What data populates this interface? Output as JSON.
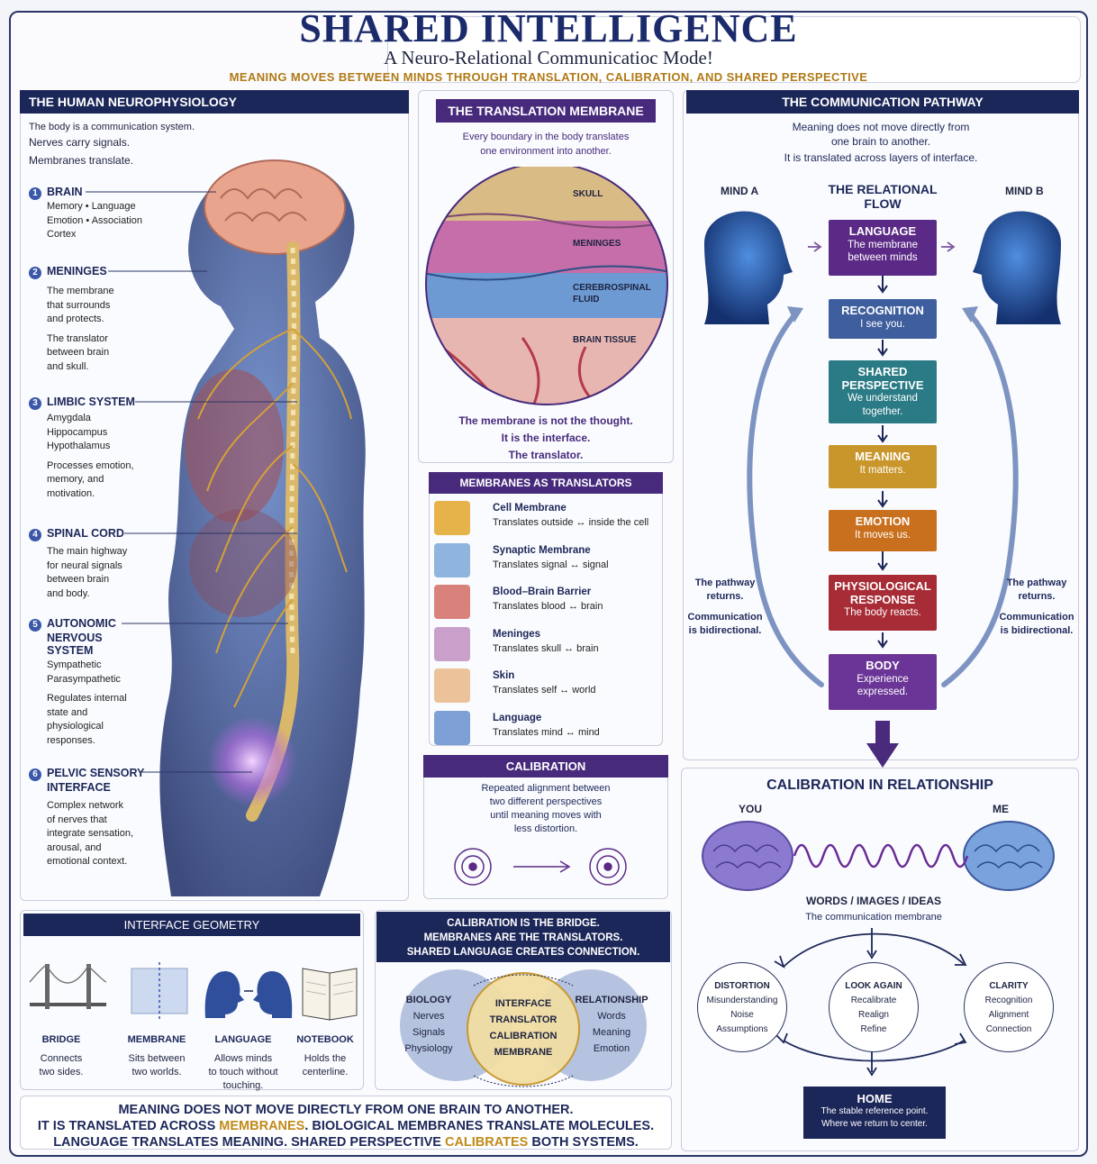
{
  "header": {
    "title": "SHARED INTELLIGENCE",
    "subtitle": "A Neuro-Relational Communicatioc Mode!",
    "tagline": "MEANING MOVES BETWEEN MINDS THROUGH TRANSLATION, CALIBRATION, AND SHARED PERSPECTIVE"
  },
  "neuro": {
    "heading": "THE HUMAN NEUROPHYSIOLOGY",
    "intro1": "The body is a communication system.",
    "intro2": "Nerves carry signals.",
    "intro3": "Membranes translate.",
    "items": [
      {
        "n": "1",
        "title": "BRAIN",
        "body": [
          "Memory • Language",
          "Emotion • Association",
          "Cortex"
        ]
      },
      {
        "n": "2",
        "title": "MENINGES",
        "body": [
          "The membrane",
          "that surrounds",
          "and protects.",
          "",
          "The translator",
          "between brain",
          "and skull."
        ]
      },
      {
        "n": "3",
        "title": "LIMBIC SYSTEM",
        "body": [
          "Amygdala",
          "Hippocampus",
          "Hypothalamus",
          "",
          "Processes emotion,",
          "memory, and",
          "motivation."
        ]
      },
      {
        "n": "4",
        "title": "SPINAL CORD",
        "body": [
          "The main highway",
          "for neural signals",
          "between brain",
          "and body."
        ]
      },
      {
        "n": "5",
        "title": "AUTONOMIC",
        "title2": "NERVOUS",
        "title3": "SYSTEM",
        "body": [
          "Sympathetic",
          "Parasympathetic",
          "",
          "Regulates internal",
          "state and",
          "physiological",
          "responses."
        ]
      },
      {
        "n": "6",
        "title": "PELVIC SENSORY",
        "title2": "INTERFACE",
        "body": [
          "Complex network",
          "of nerves that",
          "integrate sensation,",
          "arousal, and",
          "emotional context."
        ]
      }
    ]
  },
  "membrane": {
    "heading": "THE TRANSLATION MEMBRANE",
    "intro1": "Every boundary in the body translates",
    "intro2": "one environment into another.",
    "layers": [
      "SKULL",
      "MENINGES",
      "CEREBROSPINAL",
      "FLUID",
      "BRAIN TISSUE"
    ],
    "note1": "The membrane is not the thought.",
    "note2": "It is the interface.",
    "note3": "The translator."
  },
  "translators": {
    "heading": "MEMBRANES AS TRANSLATORS",
    "rows": [
      {
        "name": "Cell Membrane",
        "desc": "Translates outside ↔ inside the cell",
        "color": "#e6b34a"
      },
      {
        "name": "Synaptic Membrane",
        "desc": "Translates signal ↔ signal",
        "color": "#8fb4de"
      },
      {
        "name": "Blood–Brain Barrier",
        "desc": "Translates blood ↔ brain",
        "color": "#d9827c"
      },
      {
        "name": "Meninges",
        "desc": "Translates skull ↔ brain",
        "color": "#c9a0c9"
      },
      {
        "name": "Skin",
        "desc": "Translates self ↔ world",
        "color": "#ecc29a"
      },
      {
        "name": "Language",
        "desc": "Translates mind ↔ mind",
        "color": "#7fa0d6"
      }
    ]
  },
  "calibration": {
    "heading": "CALIBRATION",
    "text": [
      "Repeated alignment between",
      "two different perspectives",
      "until meaning moves with",
      "less distortion."
    ]
  },
  "pathway": {
    "heading": "THE COMMUNICATION PATHWAY",
    "intro1": "Meaning does not move directly from",
    "intro2": "one brain to another.",
    "intro3": "It is translated across layers of interface.",
    "flow_title": "THE RELATIONAL FLOW",
    "mind_a": "MIND A",
    "mind_b": "MIND B",
    "side_left1": "The pathway",
    "side_left2": "returns.",
    "side_left3": "Communication",
    "side_left4": "is bidirectional.",
    "steps": [
      {
        "title": "LANGUAGE",
        "lines": [
          "The membrane",
          "between minds"
        ],
        "color": "#5b2a86"
      },
      {
        "title": "RECOGNITION",
        "lines": [
          "I see you."
        ],
        "color": "#3f5e9e"
      },
      {
        "title": "SHARED",
        "title2": "PERSPECTIVE",
        "lines": [
          "We understand",
          "together."
        ],
        "color": "#2a7b86"
      },
      {
        "title": "MEANING",
        "lines": [
          "It matters."
        ],
        "color": "#c8962a"
      },
      {
        "title": "EMOTION",
        "lines": [
          "It moves us."
        ],
        "color": "#c9701e"
      },
      {
        "title": "PHYSIOLOGICAL",
        "title2": "RESPONSE",
        "lines": [
          "The body reacts."
        ],
        "color": "#a72c35"
      },
      {
        "title": "BODY",
        "lines": [
          "Experience",
          "expressed."
        ],
        "color": "#6a3596"
      }
    ]
  },
  "relationship": {
    "heading": "CALIBRATION IN RELATIONSHIP",
    "you": "YOU",
    "me": "ME",
    "words": "WORDS / IMAGES / IDEAS",
    "membrane": "The communication membrane",
    "nodes": [
      {
        "title": "DISTORTION",
        "lines": [
          "Misunderstanding",
          "Noise",
          "Assumptions"
        ]
      },
      {
        "title": "LOOK AGAIN",
        "lines": [
          "Recalibrate",
          "Realign",
          "Refine"
        ]
      },
      {
        "title": "CLARITY",
        "lines": [
          "Recognition",
          "Alignment",
          "Connection"
        ]
      }
    ],
    "home_title": "HOME",
    "home_line1": "The stable reference point.",
    "home_line2": "Where we return to center."
  },
  "geometry": {
    "heading": "INTERFACE GEOMETRY",
    "items": [
      {
        "title": "BRIDGE",
        "lines": [
          "Connects",
          "two sides."
        ]
      },
      {
        "title": "MEMBRANE",
        "lines": [
          "Sits between",
          "two worlds."
        ]
      },
      {
        "title": "LANGUAGE",
        "lines": [
          "Allows minds",
          "to touch without",
          "touching."
        ]
      },
      {
        "title": "NOTEBOOK",
        "lines": [
          "Holds the",
          "centerline."
        ]
      }
    ]
  },
  "bridge": {
    "line1": "CALIBRATION IS THE BRIDGE.",
    "line2": "MEMBRANES ARE THE TRANSLATORS.",
    "line3": "SHARED LANGUAGE CREATES CONNECTION.",
    "left_title": "BIOLOGY",
    "left_items": [
      "Nerves",
      "Signals",
      "Physiology"
    ],
    "center_items": [
      "INTERFACE",
      "TRANSLATOR",
      "CALIBRATION",
      "MEMBRANE"
    ],
    "right_title": "RELATIONSHIP",
    "right_items": [
      "Words",
      "Meaning",
      "Emotion"
    ]
  },
  "footer": {
    "line1": "MEANING DOES NOT MOVE DIRECTLY FROM ONE BRAIN TO ANOTHER.",
    "line2a": "IT IS TRANSLATED ACROSS ",
    "line2b": "MEMBRANES",
    "line2c": ". BIOLOGICAL MEMBRANES TRANSLATE MOLECULES.",
    "line3a": "LANGUAGE TRANSLATES MEANING. SHARED PERSPECTIVE ",
    "line3b": "CALIBRATES",
    "line3c": " BOTH SYSTEMS."
  }
}
